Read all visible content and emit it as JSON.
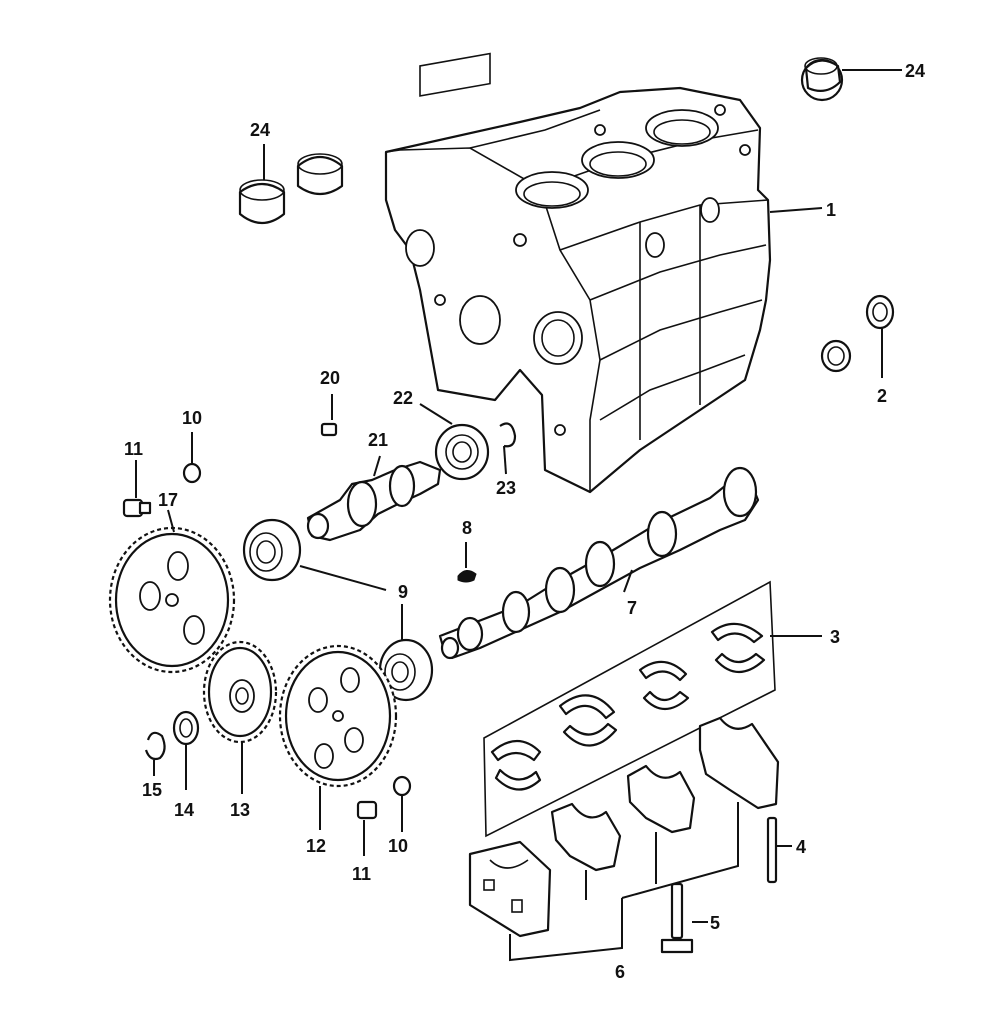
{
  "callouts": {
    "c1": "1",
    "c2": "2",
    "c3": "3",
    "c4": "4",
    "c5": "5",
    "c6": "6",
    "c7": "7",
    "c8": "8",
    "c9": "9",
    "c10a": "10",
    "c10b": "10",
    "c11a": "11",
    "c11b": "11",
    "c12": "12",
    "c13": "13",
    "c14": "14",
    "c15": "15",
    "c17": "17",
    "c20": "20",
    "c21": "21",
    "c22": "22",
    "c23": "23",
    "c24a": "24",
    "c24b": "24"
  },
  "colors": {
    "ink": "#111111",
    "paper": "#ffffff"
  }
}
